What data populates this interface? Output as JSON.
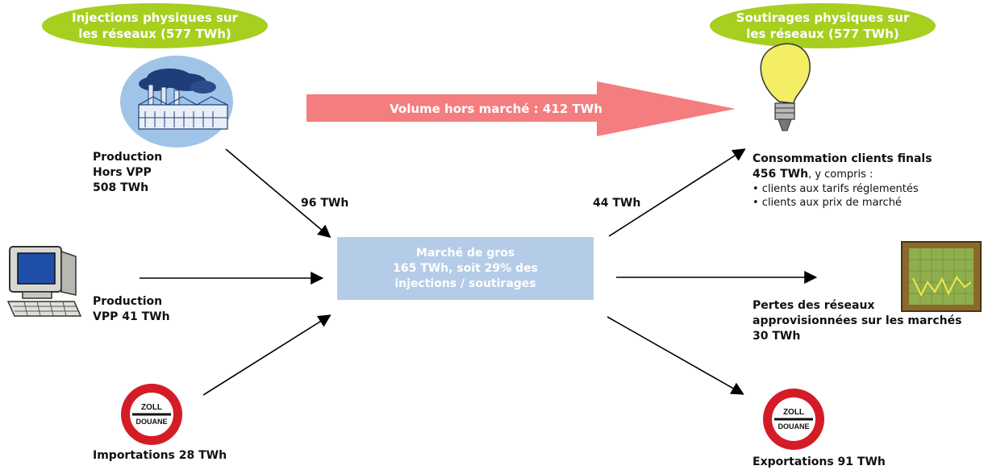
{
  "headers": {
    "left": "Injections physiques sur\nles réseaux (577 TWh)",
    "right": "Soutirages physiques sur\nles réseaux (577 TWh)"
  },
  "banner": "Volume hors marché : 412 TWh",
  "sources": {
    "prod_hors_vpp": "Production\nHors VPP\n508 TWh",
    "prod_vpp": "Production\nVPP 41 TWh",
    "imports": "Importations 28 TWh"
  },
  "center": "Marché de gros\n165 TWh, soit 29% des\ninjections / soutirages",
  "flows": {
    "in_96": "96 TWh",
    "out_44": "44 TWh"
  },
  "consumption": {
    "title": "Consommation clients finals",
    "value": "456 TWh",
    "suffix": ", y compris :",
    "bullets": [
      "• clients aux tarifs réglementés",
      "• clients aux prix de marché"
    ]
  },
  "losses": "Pertes des réseaux\napprovisionnées sur les marchés\n30 TWh",
  "exports": "Exportations 91 TWh",
  "signs": {
    "top": "ZOLL",
    "bottom": "DOUANE"
  },
  "colors": {
    "green": "#a6cf1f",
    "banner": "#f47d7f",
    "box": "#b5cce8"
  }
}
